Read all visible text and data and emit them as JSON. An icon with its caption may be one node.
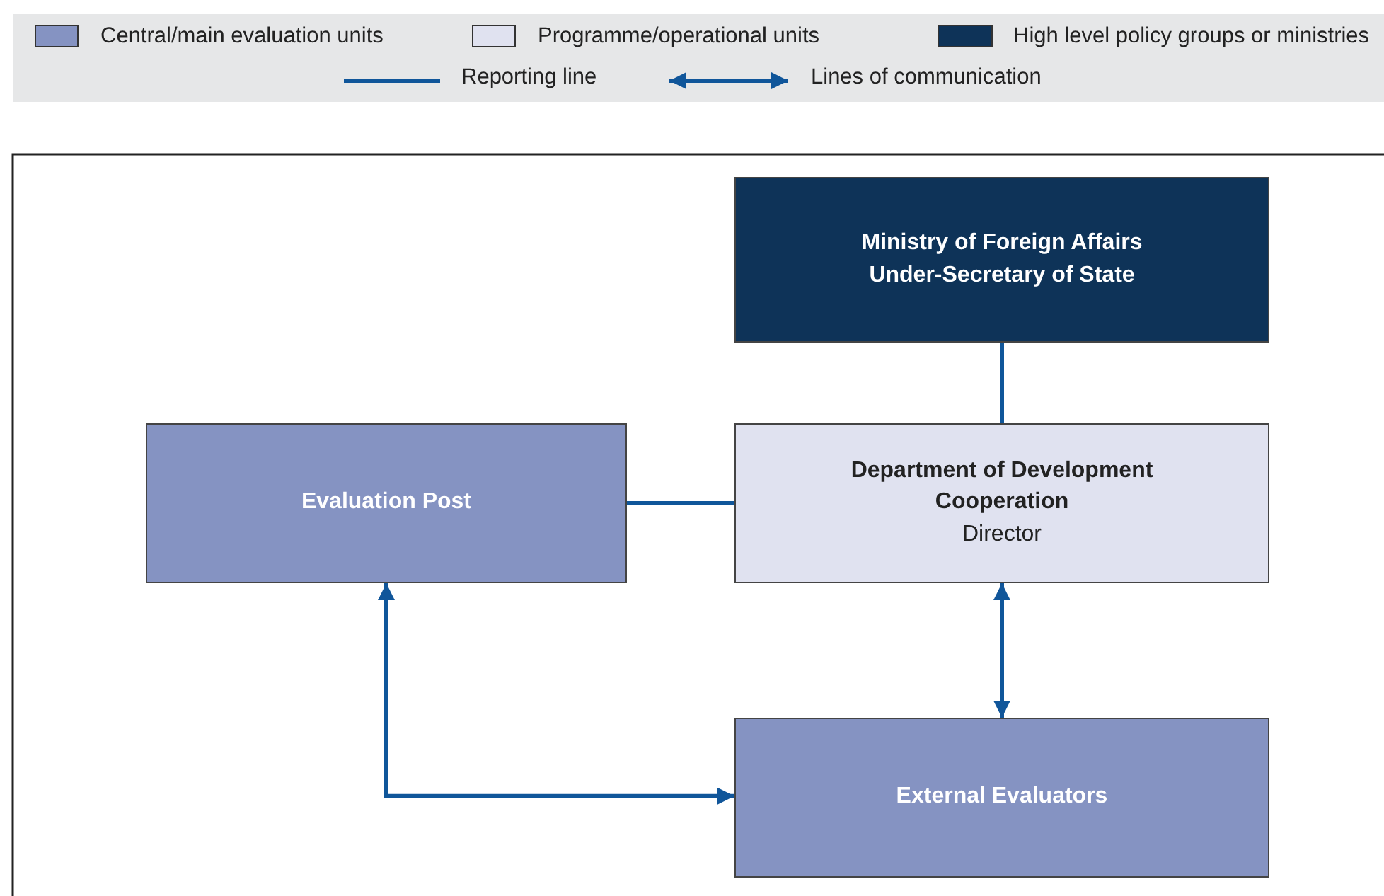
{
  "diagram": {
    "nodes": [
      {
        "text": [
          "Ministry of Foreign Affairs Under-Secretary of State"
        ]
      },
      {
        "text": [
          "Evaluation Post"
        ]
      },
      {
        "text": [
          "Department of Development Cooperation",
          "Director"
        ]
      },
      {
        "text": [
          "External Evaluators"
        ]
      }
    ],
    "edges": [
      {
        "from": 0,
        "to": 2,
        "arrow": "none"
      },
      {
        "from": 1,
        "to": 2,
        "arrow": "none"
      },
      {
        "from": 2,
        "to": 3,
        "arrow": "both"
      },
      {
        "from": 1,
        "to": 3,
        "arrow": "both"
      }
    ],
    "legend": [
      {
        "text": "Central/main evaluation units",
        "color": "#8593c2"
      },
      {
        "text": "Programme/operational units",
        "color": "#e0e2f0"
      },
      {
        "text": "High level policy groups or ministries",
        "color": "#0e3358"
      },
      {
        "text": "Reporting line"
      },
      {
        "text": "Lines of communication"
      }
    ]
  }
}
